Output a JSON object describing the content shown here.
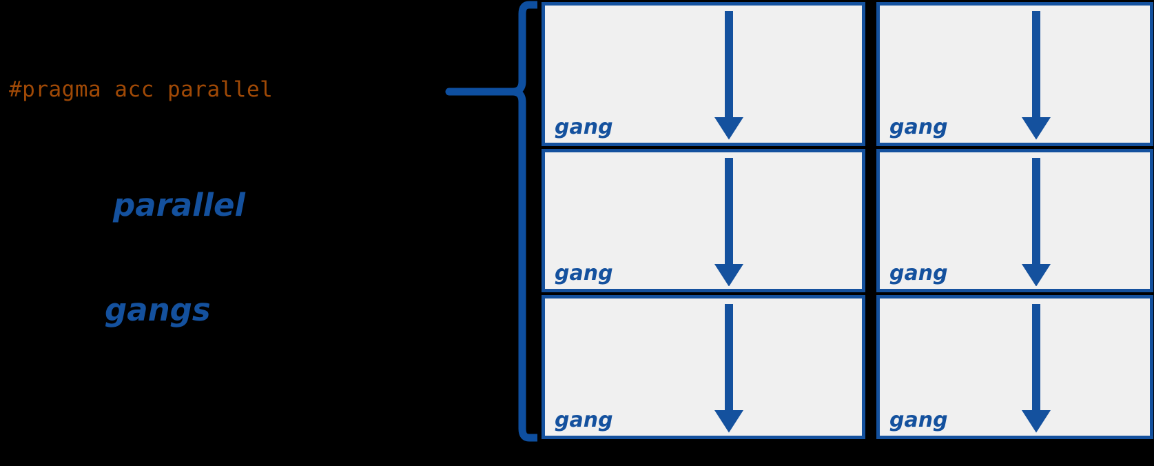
{
  "figure": {
    "background_color": "#000000",
    "accent_blue": "#14519e",
    "pragma_color": "#a04906",
    "box_fill": "#f0f0f0"
  },
  "code": {
    "pragma": "#pragma acc parallel"
  },
  "annotations": {
    "parallel_label": "parallel",
    "gangs_label": "gangs",
    "brace_icon": "left-curly-brace-icon"
  },
  "grid": {
    "columns": 2,
    "rows": 3,
    "boxes": [
      {
        "label": "gang",
        "arrow": "down-arrow-icon"
      },
      {
        "label": "gang",
        "arrow": "down-arrow-icon"
      },
      {
        "label": "gang",
        "arrow": "down-arrow-icon"
      },
      {
        "label": "gang",
        "arrow": "down-arrow-icon"
      },
      {
        "label": "gang",
        "arrow": "down-arrow-icon"
      },
      {
        "label": "gang",
        "arrow": "down-arrow-icon"
      }
    ]
  }
}
